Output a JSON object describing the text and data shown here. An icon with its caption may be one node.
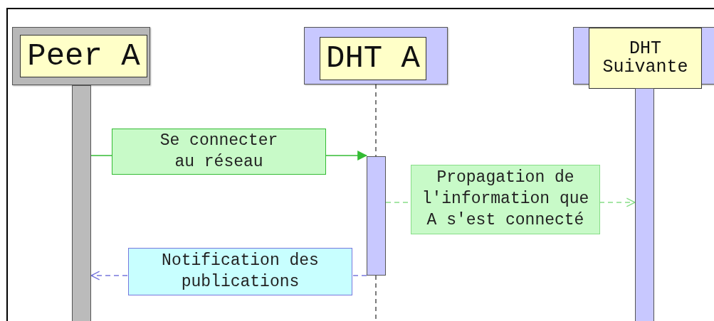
{
  "diagram": {
    "nodes": [
      {
        "text": [
          "Peer A"
        ]
      },
      {
        "text": [
          "DHT A"
        ]
      },
      {
        "text": [
          "DHT Suivante"
        ]
      },
      {
        "text": [],
        "shape": "bar"
      },
      {
        "text": [],
        "shape": "bar"
      },
      {
        "text": [],
        "shape": "bar"
      }
    ],
    "edges": [
      {
        "from": 3,
        "to": 4,
        "arrow": "to",
        "label": "Se connecter au réseau",
        "color": "#33bb33"
      },
      {
        "from": 4,
        "to": 5,
        "arrow": "to",
        "label": "Propagation de l'information que A s'est connecté",
        "style": "dashed",
        "color": "#88dd88"
      },
      {
        "from": 4,
        "to": 3,
        "arrow": "to",
        "label": "Notification des publications",
        "style": "dashed",
        "color": "#7777dd"
      },
      {
        "from": 1,
        "to": 4,
        "arrow": "none",
        "style": "dashed",
        "color": "#444444"
      },
      {
        "from": 4,
        "to": null,
        "arrow": "none",
        "style": "dashed",
        "color": "#444444"
      }
    ]
  }
}
